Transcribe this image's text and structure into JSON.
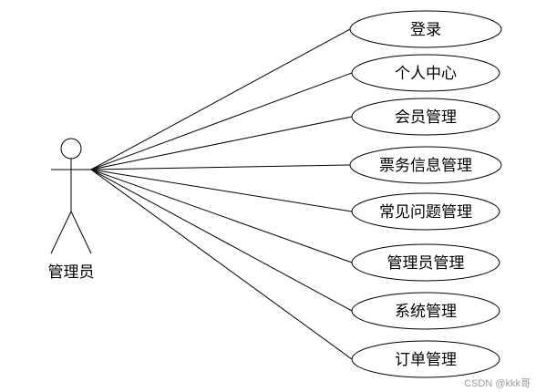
{
  "actor": {
    "label": "管理员"
  },
  "use_cases": [
    {
      "label": "登录"
    },
    {
      "label": "个人中心"
    },
    {
      "label": "会员管理"
    },
    {
      "label": "票务信息管理"
    },
    {
      "label": "常见问题管理"
    },
    {
      "label": "管理员管理"
    },
    {
      "label": "系统管理"
    },
    {
      "label": "订单管理"
    }
  ],
  "watermark": "CSDN @kkk哥",
  "colors": {
    "stroke": "#000000",
    "background": "#ffffff",
    "watermark": "#9a9a9a"
  }
}
